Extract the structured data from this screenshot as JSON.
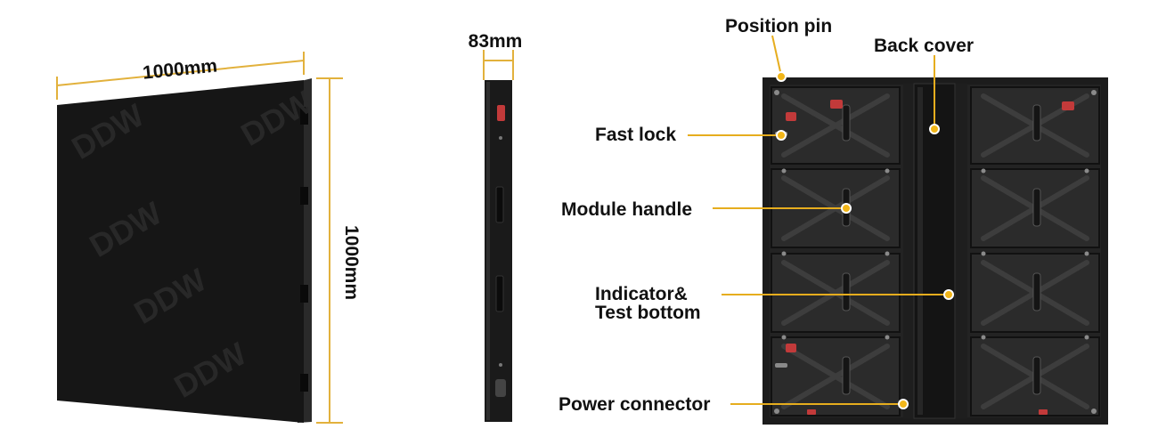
{
  "colors": {
    "dimension_line": "#e2b13c",
    "callout_line": "#e6ad1e",
    "callout_dot": "#f2b619",
    "panel_front": "#161616",
    "cabinet_back": "#1c1c1c",
    "latch_red": "#c23a3a",
    "text": "#111111"
  },
  "front_view": {
    "watermark": "DDW",
    "width_label": "1000mm",
    "height_label": "1000mm"
  },
  "side_view": {
    "depth_label": "83mm"
  },
  "back_view": {
    "callouts": {
      "position_pin": "Position pin",
      "back_cover": "Back cover",
      "fast_lock": "Fast lock",
      "module_handle": "Module handle",
      "indicator_line1": "Indicator&",
      "indicator_line2": "Test bottom",
      "power_connector": "Power connector"
    }
  }
}
